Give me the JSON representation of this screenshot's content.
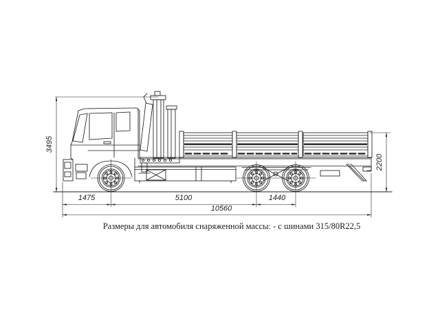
{
  "page": {
    "background": "#ffffff",
    "line_color": "#1c1c1c"
  },
  "drawing": {
    "subject": "flatbed-truck-with-crane-side-view",
    "caption": "Размеры для автомобиля снаряженной массы: - с шинами 315/80R22,5",
    "dimensions": {
      "overall_height_mm": "3495",
      "body_height_mm": "2200",
      "front_overhang_to_axle_mm": "1475",
      "wheelbase_mm": "5100",
      "rear_axle_spacing_mm": "1440",
      "overall_length_mm": "10560"
    }
  }
}
